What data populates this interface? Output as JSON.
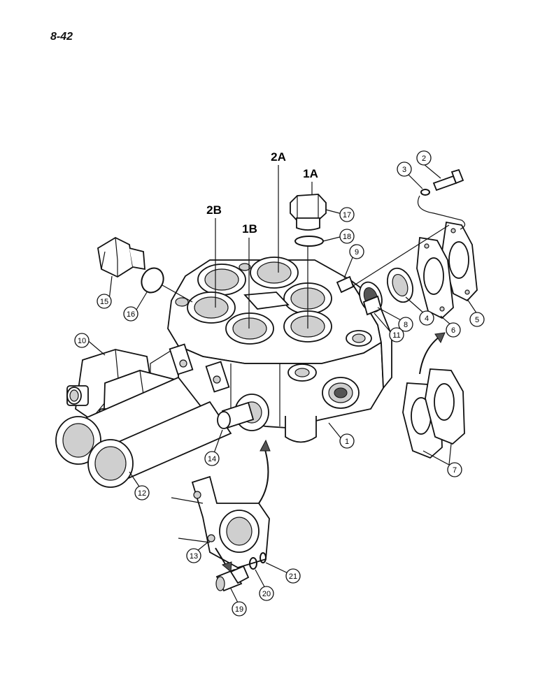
{
  "page": {
    "number": "8-42"
  },
  "port_labels": [
    {
      "id": "2A",
      "text": "2A"
    },
    {
      "id": "1A",
      "text": "1A"
    },
    {
      "id": "2B",
      "text": "2B"
    },
    {
      "id": "1B",
      "text": "1B"
    }
  ],
  "callouts": [
    "1",
    "2",
    "3",
    "4",
    "5",
    "6",
    "7",
    "8",
    "9",
    "10",
    "11",
    "12",
    "13",
    "14",
    "15",
    "16",
    "17",
    "18",
    "19",
    "20",
    "21"
  ]
}
